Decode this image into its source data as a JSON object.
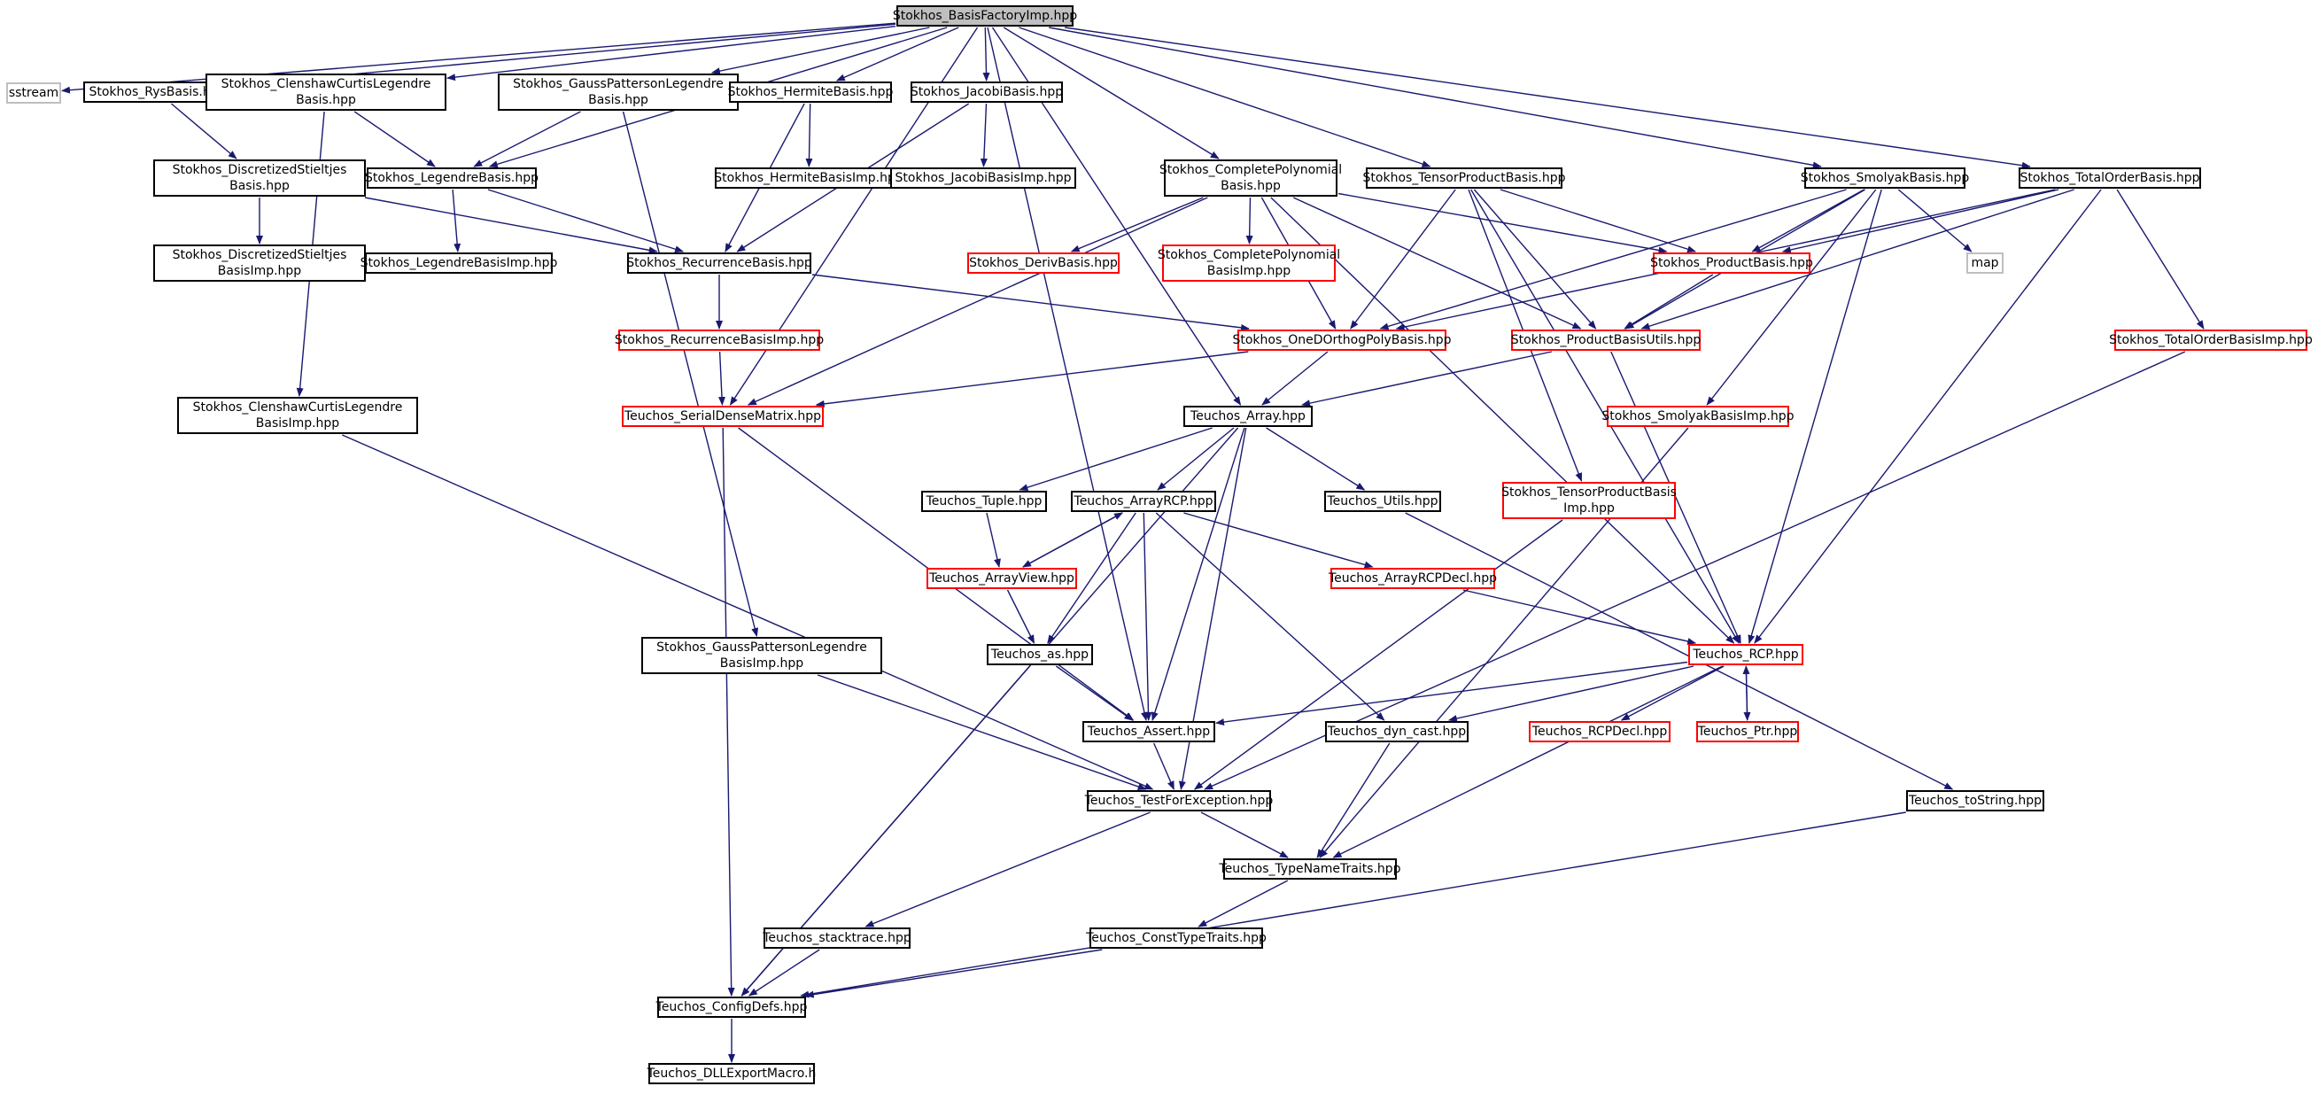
{
  "colors": {
    "edge": "#191970",
    "box": "#000000",
    "truncated": "#ff0000",
    "external": "#bfbfbf",
    "root_fill": "#bfbfbf"
  },
  "nodes": {
    "root": {
      "label": "Stokhos_BasisFactoryImp.hpp",
      "style": "root"
    },
    "sstream": {
      "label": "sstream",
      "style": "external"
    },
    "rys": {
      "label": "Stokhos_RysBasis.hpp",
      "style": "normal"
    },
    "ccleg": {
      "label": "Stokhos_ClenshawCurtisLegendre\nBasis.hpp",
      "style": "normal"
    },
    "gpleg": {
      "label": "Stokhos_GaussPattersonLegendre\nBasis.hpp",
      "style": "normal"
    },
    "hermite": {
      "label": "Stokhos_HermiteBasis.hpp",
      "style": "normal"
    },
    "jacobi": {
      "label": "Stokhos_JacobiBasis.hpp",
      "style": "normal"
    },
    "discst": {
      "label": "Stokhos_DiscretizedStieltjes\nBasis.hpp",
      "style": "normal"
    },
    "legendre": {
      "label": "Stokhos_LegendreBasis.hpp",
      "style": "normal"
    },
    "hermiteimp": {
      "label": "Stokhos_HermiteBasisImp.hpp",
      "style": "normal"
    },
    "jacobiimp": {
      "label": "Stokhos_JacobiBasisImp.hpp",
      "style": "normal"
    },
    "discstimp": {
      "label": "Stokhos_DiscretizedStieltjes\nBasisImp.hpp",
      "style": "normal"
    },
    "legendreimp": {
      "label": "Stokhos_LegendreBasisImp.hpp",
      "style": "normal"
    },
    "recurrence": {
      "label": "Stokhos_RecurrenceBasis.hpp",
      "style": "normal"
    },
    "recurrenceimp": {
      "label": "Stokhos_RecurrenceBasisImp.hpp",
      "style": "truncated"
    },
    "serialdense": {
      "label": "Teuchos_SerialDenseMatrix.hpp",
      "style": "truncated"
    },
    "cclegimp": {
      "label": "Stokhos_ClenshawCurtisLegendre\nBasisImp.hpp",
      "style": "normal"
    },
    "complete": {
      "label": "Stokhos_CompletePolynomial\nBasis.hpp",
      "style": "normal"
    },
    "tensor": {
      "label": "Stokhos_TensorProductBasis.hpp",
      "style": "normal"
    },
    "smolyak": {
      "label": "Stokhos_SmolyakBasis.hpp",
      "style": "normal"
    },
    "totalorder": {
      "label": "Stokhos_TotalOrderBasis.hpp",
      "style": "normal"
    },
    "deriv": {
      "label": "Stokhos_DerivBasis.hpp",
      "style": "truncated"
    },
    "completeimp": {
      "label": "Stokhos_CompletePolynomial\nBasisImp.hpp",
      "style": "truncated"
    },
    "productbasis": {
      "label": "Stokhos_ProductBasis.hpp",
      "style": "truncated"
    },
    "map": {
      "label": "map",
      "style": "external"
    },
    "onedortho": {
      "label": "Stokhos_OneDOrthogPolyBasis.hpp",
      "style": "truncated"
    },
    "productutils": {
      "label": "Stokhos_ProductBasisUtils.hpp",
      "style": "truncated"
    },
    "totalorderimp": {
      "label": "Stokhos_TotalOrderBasisImp.hpp",
      "style": "truncated"
    },
    "array": {
      "label": "Teuchos_Array.hpp",
      "style": "normal"
    },
    "smolyakimp": {
      "label": "Stokhos_SmolyakBasisImp.hpp",
      "style": "truncated"
    },
    "tensorimp": {
      "label": "Stokhos_TensorProductBasis\nImp.hpp",
      "style": "truncated"
    },
    "tuple": {
      "label": "Teuchos_Tuple.hpp",
      "style": "normal"
    },
    "arrayrcp": {
      "label": "Teuchos_ArrayRCP.hpp",
      "style": "normal"
    },
    "utils": {
      "label": "Teuchos_Utils.hpp",
      "style": "normal"
    },
    "arrayview": {
      "label": "Teuchos_ArrayView.hpp",
      "style": "truncated"
    },
    "arrayrcpdecl": {
      "label": "Teuchos_ArrayRCPDecl.hpp",
      "style": "truncated"
    },
    "gplegimp": {
      "label": "Stokhos_GaussPattersonLegendre\nBasisImp.hpp",
      "style": "normal"
    },
    "as": {
      "label": "Teuchos_as.hpp",
      "style": "normal"
    },
    "rcp": {
      "label": "Teuchos_RCP.hpp",
      "style": "truncated"
    },
    "assert": {
      "label": "Teuchos_Assert.hpp",
      "style": "normal"
    },
    "dyncast": {
      "label": "Teuchos_dyn_cast.hpp",
      "style": "normal"
    },
    "rcpdecl": {
      "label": "Teuchos_RCPDecl.hpp",
      "style": "truncated"
    },
    "ptr": {
      "label": "Teuchos_Ptr.hpp",
      "style": "truncated"
    },
    "testforexc": {
      "label": "Teuchos_TestForException.hpp",
      "style": "normal"
    },
    "tostring": {
      "label": "Teuchos_toString.hpp",
      "style": "normal"
    },
    "typename": {
      "label": "Teuchos_TypeNameTraits.hpp",
      "style": "normal"
    },
    "stacktrace": {
      "label": "Teuchos_stacktrace.hpp",
      "style": "normal"
    },
    "consttype": {
      "label": "Teuchos_ConstTypeTraits.hpp",
      "style": "normal"
    },
    "configdefs": {
      "label": "Teuchos_ConfigDefs.hpp",
      "style": "normal"
    },
    "dllexport": {
      "label": "Teuchos_DLLExportMacro.h",
      "style": "normal"
    }
  },
  "edges": [
    [
      "root",
      "sstream"
    ],
    [
      "root",
      "rys"
    ],
    [
      "root",
      "ccleg"
    ],
    [
      "root",
      "gpleg"
    ],
    [
      "root",
      "hermite"
    ],
    [
      "root",
      "jacobi"
    ],
    [
      "root",
      "legendre"
    ],
    [
      "root",
      "complete"
    ],
    [
      "root",
      "tensor"
    ],
    [
      "root",
      "smolyak"
    ],
    [
      "root",
      "totalorder"
    ],
    [
      "root",
      "serialdense"
    ],
    [
      "root",
      "array"
    ],
    [
      "root",
      "assert"
    ],
    [
      "rys",
      "discst"
    ],
    [
      "ccleg",
      "legendre"
    ],
    [
      "ccleg",
      "cclegimp"
    ],
    [
      "gpleg",
      "legendre"
    ],
    [
      "gpleg",
      "gplegimp"
    ],
    [
      "hermite",
      "hermiteimp"
    ],
    [
      "hermite",
      "recurrence"
    ],
    [
      "jacobi",
      "jacobiimp"
    ],
    [
      "jacobi",
      "recurrence"
    ],
    [
      "discst",
      "discstimp"
    ],
    [
      "discst",
      "recurrence"
    ],
    [
      "legendre",
      "legendreimp"
    ],
    [
      "legendre",
      "recurrence"
    ],
    [
      "recurrence",
      "recurrenceimp"
    ],
    [
      "recurrence",
      "onedortho"
    ],
    [
      "recurrenceimp",
      "serialdense"
    ],
    [
      "complete",
      "deriv"
    ],
    [
      "complete",
      "completeimp"
    ],
    [
      "complete",
      "productbasis"
    ],
    [
      "complete",
      "onedortho"
    ],
    [
      "complete",
      "productutils"
    ],
    [
      "complete",
      "rcp"
    ],
    [
      "complete",
      "serialdense"
    ],
    [
      "tensor",
      "onedortho"
    ],
    [
      "tensor",
      "productbasis"
    ],
    [
      "tensor",
      "productutils"
    ],
    [
      "tensor",
      "tensorimp"
    ],
    [
      "tensor",
      "rcp"
    ],
    [
      "smolyak",
      "productbasis"
    ],
    [
      "smolyak",
      "map"
    ],
    [
      "smolyak",
      "onedortho"
    ],
    [
      "smolyak",
      "productutils"
    ],
    [
      "smolyak",
      "smolyakimp"
    ],
    [
      "smolyak",
      "rcp"
    ],
    [
      "totalorder",
      "productbasis"
    ],
    [
      "totalorder",
      "onedortho"
    ],
    [
      "totalorder",
      "productutils"
    ],
    [
      "totalorder",
      "totalorderimp"
    ],
    [
      "totalorder",
      "rcp"
    ],
    [
      "productbasis",
      "productutils"
    ],
    [
      "onedortho",
      "serialdense"
    ],
    [
      "onedortho",
      "array"
    ],
    [
      "productutils",
      "array"
    ],
    [
      "productutils",
      "rcp"
    ],
    [
      "cclegimp",
      "testforexc"
    ],
    [
      "gplegimp",
      "testforexc"
    ],
    [
      "tensorimp",
      "testforexc"
    ],
    [
      "smolyakimp",
      "typename"
    ],
    [
      "totalorderimp",
      "testforexc"
    ],
    [
      "serialdense",
      "assert"
    ],
    [
      "serialdense",
      "configdefs"
    ],
    [
      "array",
      "tuple"
    ],
    [
      "array",
      "arrayrcp"
    ],
    [
      "array",
      "utils"
    ],
    [
      "array",
      "assert"
    ],
    [
      "array",
      "configdefs"
    ],
    [
      "array",
      "testforexc"
    ],
    [
      "tuple",
      "arrayview"
    ],
    [
      "arrayrcp",
      "arrayview"
    ],
    [
      "arrayrcp",
      "arrayrcpdecl"
    ],
    [
      "arrayrcp",
      "as"
    ],
    [
      "arrayrcp",
      "assert"
    ],
    [
      "arrayrcp",
      "dyncast"
    ],
    [
      "arrayview",
      "arrayrcp"
    ],
    [
      "arrayview",
      "as"
    ],
    [
      "arrayrcpdecl",
      "rcp"
    ],
    [
      "utils",
      "tostring"
    ],
    [
      "as",
      "assert"
    ],
    [
      "as",
      "configdefs"
    ],
    [
      "rcp",
      "assert"
    ],
    [
      "rcp",
      "dyncast"
    ],
    [
      "rcp",
      "rcpdecl"
    ],
    [
      "rcp",
      "ptr"
    ],
    [
      "rcp",
      "typename"
    ],
    [
      "ptr",
      "rcp"
    ],
    [
      "assert",
      "testforexc"
    ],
    [
      "dyncast",
      "typename"
    ],
    [
      "testforexc",
      "typename"
    ],
    [
      "testforexc",
      "stacktrace"
    ],
    [
      "tostring",
      "configdefs"
    ],
    [
      "typename",
      "consttype"
    ],
    [
      "stacktrace",
      "configdefs"
    ],
    [
      "consttype",
      "configdefs"
    ],
    [
      "configdefs",
      "dllexport"
    ]
  ]
}
